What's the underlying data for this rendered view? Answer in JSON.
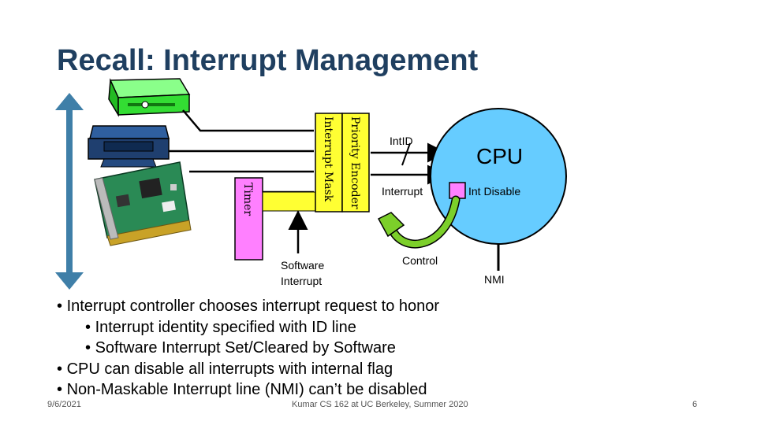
{
  "slide": {
    "title": "Recall: Interrupt Management",
    "footer_date": "9/6/2021",
    "footer_center": "Kumar CS 162 at UC Berkeley, Summer 2020",
    "page_number": "6"
  },
  "diagram": {
    "priority_encoder_label": "Priority Encoder",
    "interrupt_mask_label": "Interrupt Mask",
    "timer_label": "Timer",
    "intid_label": "IntID",
    "interrupt_label": "Interrupt",
    "cpu_label": "CPU",
    "int_disable_label": "Int Disable",
    "control_label": "Control",
    "nmi_label": "NMI",
    "software_interrupt_line1": "Software",
    "software_interrupt_line2": "Interrupt",
    "colors": {
      "cpu_fill": "#66ccff",
      "encoder_fill": "#ffff33",
      "mask_fill": "#ffff33",
      "timer_fill": "#ff80ff",
      "int_disable_fill": "#ff80ff",
      "control_arrow": "#7ccf2a",
      "bus_arrow": "#3f7fa8",
      "cdrom_fill": "#33dd33",
      "printer_fill": "#1f3f6f",
      "card_fill": "#1f7f4f"
    }
  },
  "bullets": [
    {
      "level": 1,
      "text": "Interrupt controller chooses interrupt request to honor"
    },
    {
      "level": 2,
      "text": "Interrupt identity specified with ID line"
    },
    {
      "level": 2,
      "text": "Software Interrupt Set/Cleared by Software"
    },
    {
      "level": 1,
      "text": "CPU can disable all interrupts with internal flag"
    },
    {
      "level": 1,
      "text": "Non-Maskable Interrupt line (NMI) can’t be disabled"
    }
  ]
}
